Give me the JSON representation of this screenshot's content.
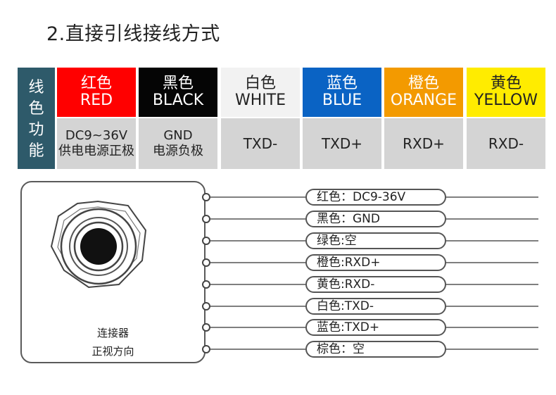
{
  "title": "2.直接引线接线方式",
  "table": {
    "side_label": [
      "线",
      "色",
      "功",
      "能"
    ],
    "columns": [
      {
        "cn": "红色",
        "en": "RED",
        "bg": "#ff0000",
        "fg": "#ffffff",
        "func": [
          "DC9~36V",
          "供电电源正极"
        ]
      },
      {
        "cn": "黑色",
        "en": "BLACK",
        "bg": "#050505",
        "fg": "#ffffff",
        "func": [
          "GND",
          "电源负极"
        ]
      },
      {
        "cn": "白色",
        "en": "WHITE",
        "bg": "#f2f2f2",
        "fg": "#222222",
        "func": [
          "TXD-"
        ]
      },
      {
        "cn": "蓝色",
        "en": "BLUE",
        "bg": "#0a63c4",
        "fg": "#ffffff",
        "func": [
          "TXD+"
        ]
      },
      {
        "cn": "橙色",
        "en": "ORANGE",
        "bg": "#f39a00",
        "fg": "#ffffff",
        "func": [
          "RXD+"
        ]
      },
      {
        "cn": "黄色",
        "en": "YELLOW",
        "bg": "#ffec00",
        "fg": "#222222",
        "func": [
          "RXD-"
        ]
      }
    ]
  },
  "connector": {
    "caption_line1": "连接器",
    "caption_line2": "正视方向"
  },
  "wires": [
    "红色：DC9-36V",
    "黑色：GND",
    "绿色:空",
    "橙色:RXD+",
    "黄色:RXD-",
    "白色:TXD-",
    "蓝色:TXD+",
    "棕色：空"
  ]
}
